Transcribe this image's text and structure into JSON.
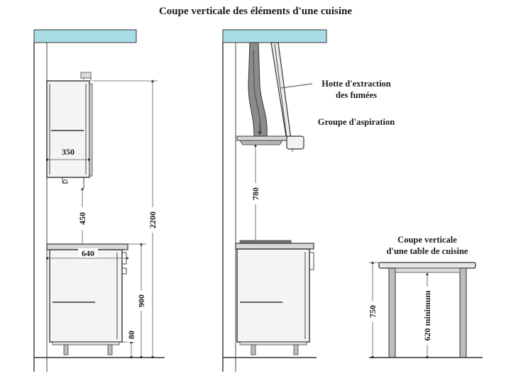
{
  "title": "Coupe verticale des éléments d'une cuisine",
  "labels": {
    "hotte_line1": "Hotte d'extraction",
    "hotte_line2": "des fumées",
    "groupe": "Groupe d'aspiration",
    "table_line1": "Coupe verticale",
    "table_line2": "d'une table de cuisine"
  },
  "dimensions": {
    "wall_cabinet_depth": "350",
    "gap_above_counter": "450",
    "total_height": "2200",
    "base_depth": "640",
    "counter_height": "900",
    "plinth_height": "80",
    "hood_clearance": "780",
    "table_height": "750",
    "table_clearance": "620 minimum"
  },
  "colors": {
    "ceiling": "#a9dde6",
    "lines": "#333333",
    "shade": "#8c8c8c"
  }
}
